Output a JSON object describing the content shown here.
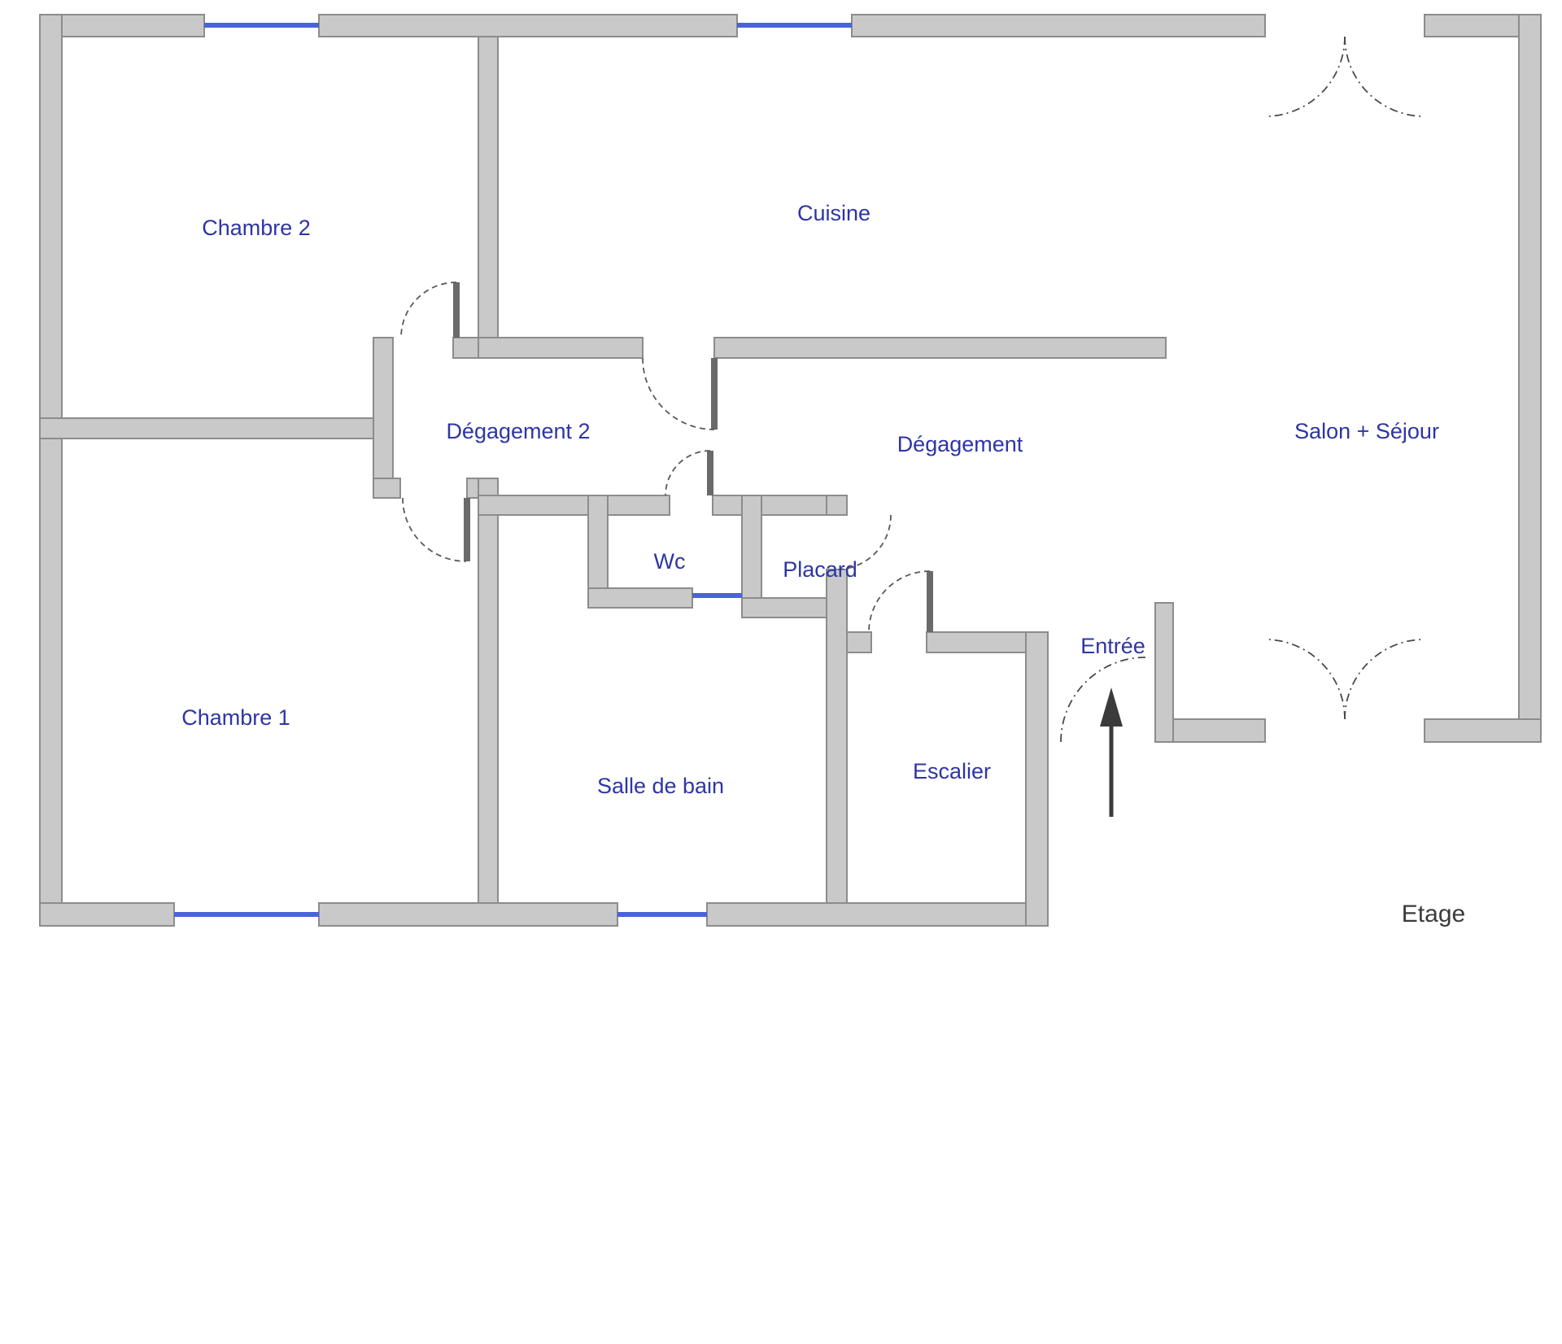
{
  "plan": {
    "floor_label": "Etage",
    "rooms": [
      {
        "id": "chambre-2",
        "label": "Chambre 2"
      },
      {
        "id": "cuisine",
        "label": "Cuisine"
      },
      {
        "id": "degagement-2",
        "label": "Dégagement 2"
      },
      {
        "id": "degagement",
        "label": "Dégagement"
      },
      {
        "id": "salon-sejour",
        "label": "Salon + Séjour"
      },
      {
        "id": "chambre-1",
        "label": "Chambre 1"
      },
      {
        "id": "wc",
        "label": "Wc"
      },
      {
        "id": "placard",
        "label": "Placard"
      },
      {
        "id": "salle-de-bain",
        "label": "Salle de bain"
      },
      {
        "id": "escalier",
        "label": "Escalier"
      },
      {
        "id": "entree",
        "label": "Entrée"
      }
    ]
  },
  "colors": {
    "wall_fill": "#c9c9c9",
    "wall_outline": "#8c8c8c",
    "room_label": "#2e35a6",
    "floor_label": "#3b3b3b",
    "window": "#4a63d8",
    "door_arc": "#5a5a5a",
    "entrance_arrow": "#3b3b3b"
  }
}
